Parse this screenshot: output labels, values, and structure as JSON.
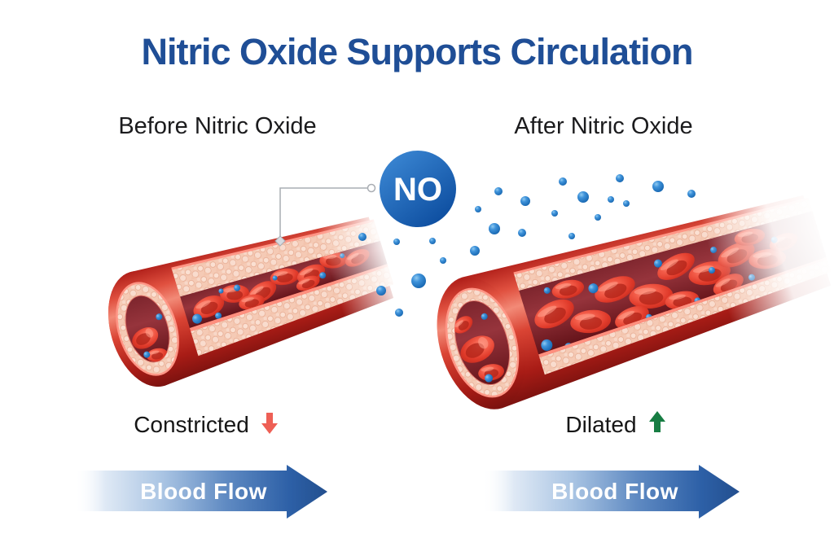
{
  "title": "Nitric Oxide Supports Circulation",
  "molecule": {
    "label": "NO"
  },
  "panels": {
    "before": {
      "heading": "Before Nitric Oxide",
      "state_label": "Constricted",
      "state_direction": "down",
      "flow_label": "Blood Flow"
    },
    "after": {
      "heading": "After Nitric Oxide",
      "state_label": "Dilated",
      "state_direction": "up",
      "flow_label": "Blood Flow"
    }
  },
  "colors": {
    "title": "#1f4e96",
    "heading_text": "#1b1b1d",
    "state_text": "#161616",
    "constricted_arrow": "#ee5f55",
    "dilated_arrow": "#177d43",
    "flow_arrow_dark": "#234f8e",
    "flow_label_text": "#ffffff",
    "no_circle_top": "#3f8cd8",
    "no_circle_bottom": "#0c4c9e",
    "particle": "#2f86d0",
    "vessel_red": "#d8392c",
    "vessel_lining": "#f5cab5",
    "lumen": "#8c2a33",
    "rbc": "#e03a2a"
  },
  "particles_outside": [
    [
      445,
      291,
      5
    ],
    [
      487,
      297,
      4
    ],
    [
      531,
      296,
      4
    ],
    [
      544,
      320,
      4
    ],
    [
      583,
      308,
      6
    ],
    [
      514,
      345,
      9
    ],
    [
      468,
      357,
      6
    ],
    [
      490,
      384,
      5
    ],
    [
      612,
      235,
      5
    ],
    [
      587,
      257,
      4
    ],
    [
      607,
      281,
      7
    ],
    [
      641,
      286,
      5
    ],
    [
      645,
      247,
      6
    ],
    [
      681,
      262,
      4
    ],
    [
      691,
      223,
      5
    ],
    [
      702,
      290,
      4
    ],
    [
      716,
      242,
      7
    ],
    [
      734,
      267,
      4
    ],
    [
      750,
      245,
      4
    ],
    [
      761,
      219,
      5
    ],
    [
      769,
      250,
      4
    ],
    [
      808,
      229,
      7
    ],
    [
      849,
      238,
      5
    ],
    [
      874,
      332,
      4
    ]
  ],
  "vessels": {
    "before": {
      "rbcs": [
        [
          80,
          -4,
          20,
          12,
          -8
        ],
        [
          115,
          -10,
          18,
          11,
          12
        ],
        [
          148,
          -2,
          19,
          11,
          -14
        ],
        [
          180,
          -12,
          18,
          10,
          8
        ],
        [
          212,
          -6,
          18,
          10,
          -6
        ],
        [
          243,
          -14,
          17,
          10,
          14
        ],
        [
          272,
          -8,
          16,
          9,
          -10
        ],
        [
          132,
          6,
          16,
          9,
          4
        ],
        [
          205,
          4,
          15,
          8,
          -4
        ],
        [
          -6,
          10,
          12,
          17,
          78
        ],
        [
          2,
          34,
          13,
          8,
          6
        ]
      ],
      "dots": [
        [
          62,
          6,
          6
        ],
        [
          88,
          10,
          4
        ],
        [
          120,
          -16,
          4
        ],
        [
          168,
          -14,
          3
        ],
        [
          225,
          0,
          4
        ],
        [
          255,
          -16,
          3
        ],
        [
          100,
          -18,
          3
        ],
        [
          18,
          -10,
          4
        ],
        [
          -10,
          30,
          4
        ]
      ]
    },
    "after": {
      "rbcs": [
        [
          95,
          -8,
          26,
          15,
          -10
        ],
        [
          135,
          14,
          25,
          14,
          10
        ],
        [
          175,
          -15,
          26,
          14,
          -5
        ],
        [
          215,
          6,
          27,
          15,
          12
        ],
        [
          255,
          -20,
          25,
          13,
          -12
        ],
        [
          292,
          0,
          26,
          14,
          6
        ],
        [
          330,
          -12,
          24,
          13,
          -8
        ],
        [
          365,
          4,
          23,
          12,
          10
        ],
        [
          120,
          -32,
          20,
          11,
          5
        ],
        [
          185,
          24,
          22,
          12,
          -6
        ],
        [
          250,
          22,
          21,
          11,
          8
        ],
        [
          310,
          20,
          20,
          11,
          -10
        ],
        [
          352,
          -28,
          19,
          10,
          6
        ],
        [
          390,
          -10,
          18,
          10,
          -4
        ],
        [
          -8,
          6,
          15,
          22,
          80
        ],
        [
          0,
          38,
          16,
          10,
          8
        ],
        [
          -16,
          -28,
          13,
          9,
          -20
        ]
      ],
      "dots": [
        [
          75,
          26,
          7
        ],
        [
          100,
          36,
          5
        ],
        [
          150,
          -24,
          6
        ],
        [
          205,
          30,
          4
        ],
        [
          235,
          -30,
          5
        ],
        [
          268,
          28,
          4
        ],
        [
          305,
          -26,
          4
        ],
        [
          340,
          20,
          4
        ],
        [
          95,
          -38,
          4
        ],
        [
          380,
          -16,
          4
        ],
        [
          -5,
          44,
          5
        ],
        [
          12,
          -30,
          4
        ]
      ]
    }
  }
}
